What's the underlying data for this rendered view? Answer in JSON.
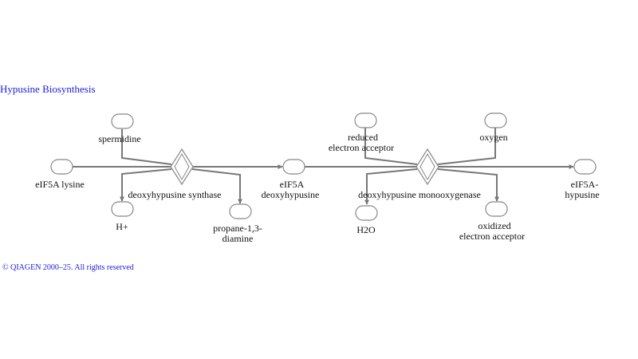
{
  "title": "Hypusine Biosynthesis",
  "copyright": "© QIAGEN 2000–25. All rights reserved",
  "nodes": {
    "eif5a_lysine": [
      "eIF5A lysine"
    ],
    "spermidine": [
      "spermidine"
    ],
    "h_plus": [
      "H+"
    ],
    "propane_diamine": [
      "propane-1,3-",
      "diamine"
    ],
    "eif5a_deoxyhypusine": [
      "eIF5A",
      "deoxyhypusine"
    ],
    "reduced_acceptor": [
      "reduced",
      "electron acceptor"
    ],
    "h2o": [
      "H2O"
    ],
    "oxygen": [
      "oxygen"
    ],
    "oxidized_acceptor": [
      "oxidized",
      "electron acceptor"
    ],
    "eif5a_hypusine": [
      "eIF5A-",
      "hypusine"
    ]
  },
  "reactions": {
    "deoxyhypusine_synthase": "deoxyhypusine synthase",
    "deoxyhypusine_monooxygenase": "deoxyhypusine monooxygenase"
  },
  "colors": {
    "link": "#1a1adb",
    "edge": "#777777",
    "node_border": "#888888"
  }
}
